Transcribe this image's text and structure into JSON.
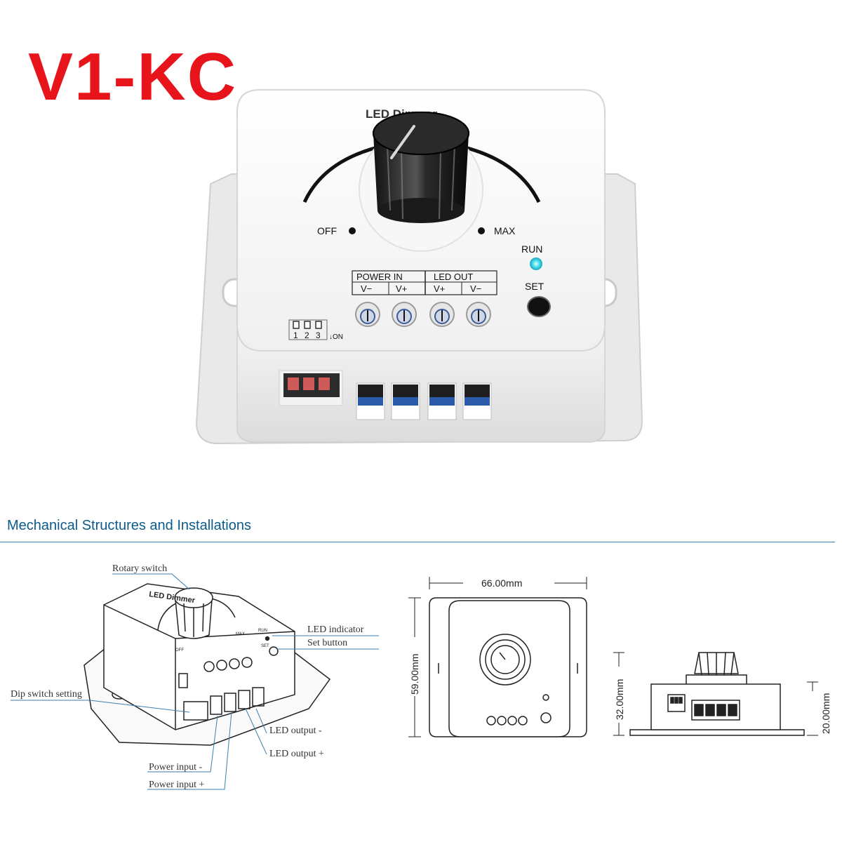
{
  "title": "V1-KC",
  "product": {
    "panel_label": "LED Dimmer",
    "off_label": "OFF",
    "max_label": "MAX",
    "run_label": "RUN",
    "set_label": "SET",
    "power_in_label": "POWER IN",
    "led_out_label": "LED OUT",
    "terminals": [
      "V−",
      "V+",
      "V+",
      "V−"
    ],
    "dip_numbers": [
      "1",
      "2",
      "3"
    ],
    "dip_on_label": "ON",
    "run_led_color": "#39d7e6"
  },
  "mechanical": {
    "section_title": "Mechanical Structures and Installations",
    "callouts": {
      "rotary_switch": "Rotary switch",
      "led_indicator": "LED indicator",
      "set_button": "Set button",
      "dip_switch": "Dip switch setting",
      "led_output_minus": "LED output -",
      "led_output_plus": "LED output +",
      "power_input_minus": "Power input -",
      "power_input_plus": "Power input +"
    },
    "sketch_labels": {
      "panel": "LED Dimmer",
      "off": "OFF",
      "max": "MAX",
      "run": "RUN",
      "set": "SET"
    },
    "dimensions": {
      "width": "66.00mm",
      "height": "59.00mm",
      "overall_height": "32.00mm",
      "body_height": "20.00mm"
    }
  }
}
